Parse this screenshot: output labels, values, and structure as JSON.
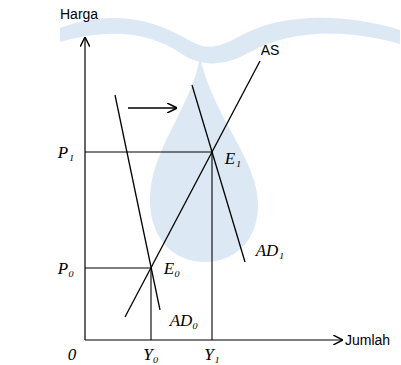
{
  "diagram": {
    "labels": [
      "Harga",
      "AS",
      "P₁",
      "E₁",
      "AD₁",
      "P₀",
      "E₀",
      "AD₀",
      "0",
      "Y₀",
      "Y₁",
      "Jumlah"
    ]
  }
}
